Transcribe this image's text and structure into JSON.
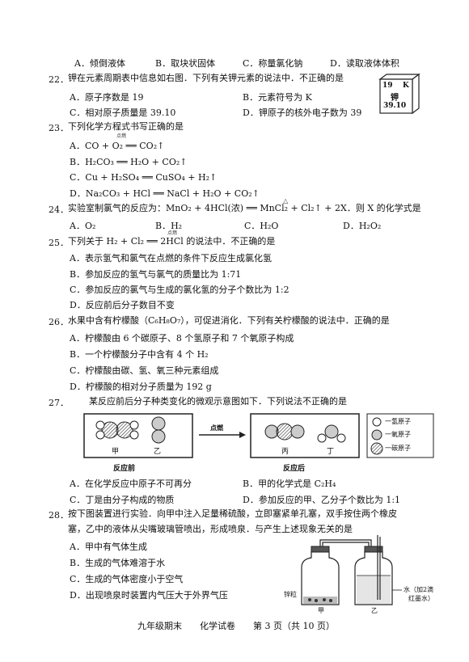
{
  "q21_options": [
    "A．倾倒液体",
    "B．取块状固体",
    "C．称量氯化钠",
    "D．读取液体体积"
  ],
  "q22": {
    "num": "22．",
    "stem": "钾在元素周期表中信息如右图．下列有关钾元素的说法中．不正确的是",
    "options": [
      "A．原子序数是 19",
      "B．元素符号为 K",
      "C．相对原子质量是 39.10",
      "D．钾原子的核外电子数为 39"
    ],
    "cell": {
      "number": "19",
      "symbol": "K",
      "name": "钾",
      "mass": "39.10"
    }
  },
  "q23": {
    "num": "23．",
    "stem": "下列化学方程式书写正确的是",
    "options": [
      "A．CO + O₂ ══ CO₂↑",
      "B．H₂CO₃ ══ H₂O + CO₂↑",
      "C．Cu + H₂SO₄ ══ CuSO₄ + H₂↑",
      "D．Na₂CO₃ + HCl ══ NaCl + H₂O + CO₂↑"
    ],
    "condition": "点燃"
  },
  "q24": {
    "num": "24．",
    "stem": "实验室制氯气的反应为：MnO₂ + 4HCl(浓) ══ MnCl₂ + Cl₂↑ + 2X．则 X 的化学式是",
    "heat": "△",
    "options": [
      "A．O₂",
      "B．H₂",
      "C．H₂O",
      "D．H₂O₂"
    ]
  },
  "q25": {
    "num": "25．",
    "stem": "下列关于 H₂ + Cl₂ ══ 2HCl 的说法中．不正确的是",
    "condition": "点燃",
    "options": [
      "A．表示氢气和氯气在点燃的条件下反应生成氯化氢",
      "B．参加反应的氢气与氯气的质量比为 1:71",
      "C．参加反应的氯气与生成的氯化氢的分子个数比为 1:2",
      "D．反应前后分子数目不变"
    ]
  },
  "q26": {
    "num": "26．",
    "stem": "水果中含有柠檬酸（C₆H₈O₇），可促进消化．下列有关柠檬酸的说法中．正确的是",
    "options": [
      "A．柠檬酸由 6 个碳原子、8 个氢原子和 7 个氧原子构成",
      "B．一个柠檬酸分子中含有 4 个 H₂",
      "C．柠檬酸由碳、氢、氧三种元素组成",
      "D．柠檬酸的相对分子质量为 192 g"
    ]
  },
  "q27": {
    "num": "27．",
    "stem": "某反应前后分子种类变化的微观示意图如下．下列说法不正确的是",
    "diagram": {
      "jia": "甲",
      "yi": "乙",
      "bing": "丙",
      "ding": "丁",
      "arrow_label": "点燃",
      "before": "反应前",
      "after": "反应后",
      "legend": [
        "一氢原子",
        "一氧原子",
        "一碳原子"
      ]
    },
    "options": [
      "A．在化学反应中原子不可再分",
      "B．甲的化学式是 C₂H₄",
      "C．丁是由分子构成的物质",
      "D．参加反应的甲、乙分子个数比为 1:1"
    ]
  },
  "q28": {
    "num": "28．",
    "stem1": "按下图装置进行实验．向甲中注入足量稀硫酸，立即塞紧单孔塞，双手按住两个橡皮",
    "stem2": "塞，乙中的液体从尖嘴玻璃管喷出，形成喷泉．与产生上述现象无关的是",
    "options": [
      "A．甲中有气体生成",
      "B．生成的气体难溶于水",
      "C．生成的气体密度小于空气",
      "D．出现喷泉时装置内气压大于外界气压"
    ],
    "apparatus": {
      "zinc": "锌粒",
      "jia": "甲",
      "yi": "乙",
      "water": "水（加2滴",
      "water2": "红墨水）"
    }
  },
  "footer": "九年级期末　　化学试卷　　第 3 页（共 10 页）"
}
